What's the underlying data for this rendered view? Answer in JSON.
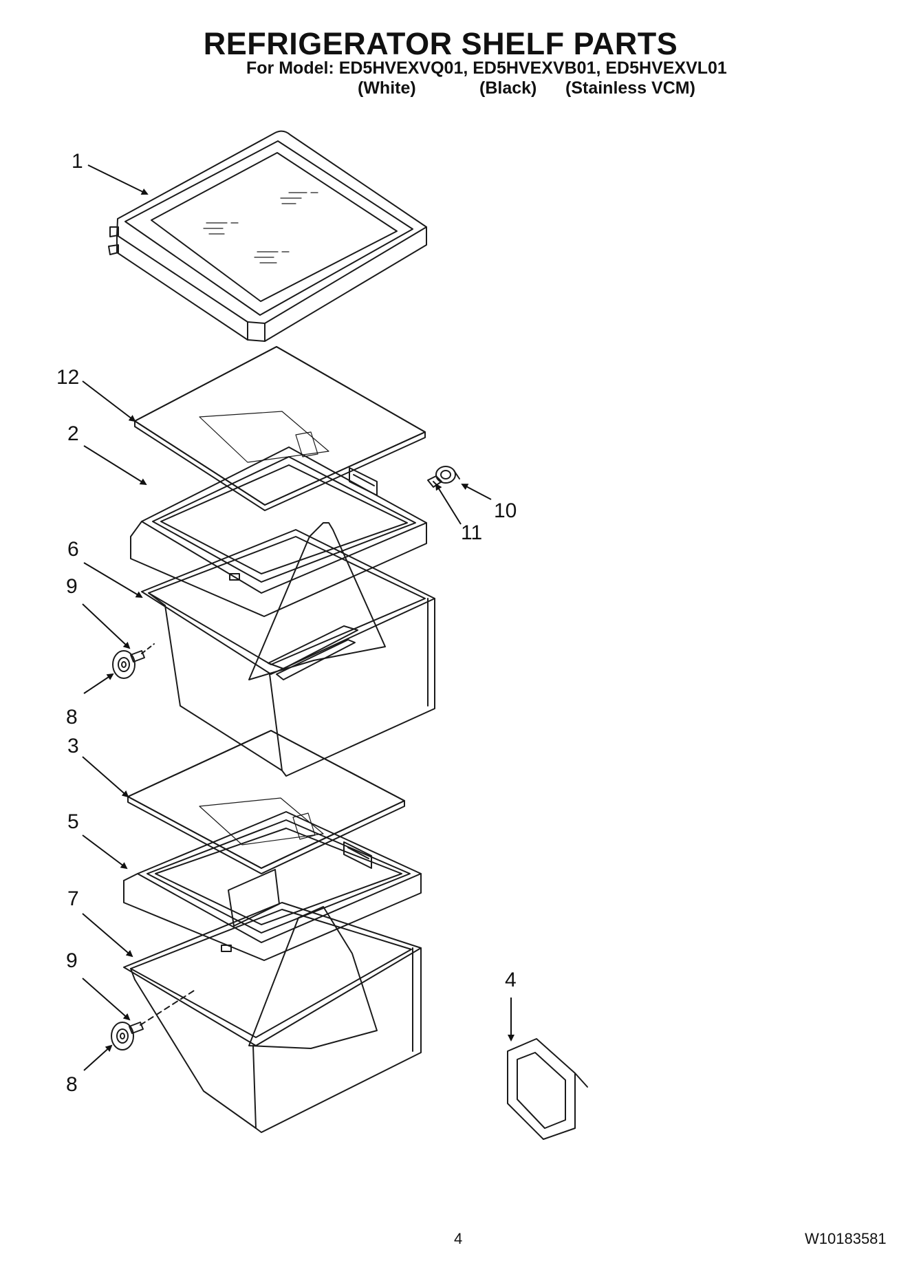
{
  "header": {
    "title": "REFRIGERATOR SHELF PARTS",
    "models_line": "For Model: ED5HVEXVQ01, ED5HVEXVB01, ED5HVEXVL01",
    "variants": [
      "(White)",
      "(Black)",
      "(Stainless VCM)"
    ]
  },
  "callouts": {
    "c1": "1",
    "c12": "12",
    "c2": "2",
    "c10": "10",
    "c11": "11",
    "c6": "6",
    "c9a": "9",
    "c8a": "8",
    "c3": "3",
    "c5": "5",
    "c7": "7",
    "c9b": "9",
    "c8b": "8",
    "c4": "4"
  },
  "footer": {
    "page_number": "4",
    "document_number": "W10183581"
  }
}
